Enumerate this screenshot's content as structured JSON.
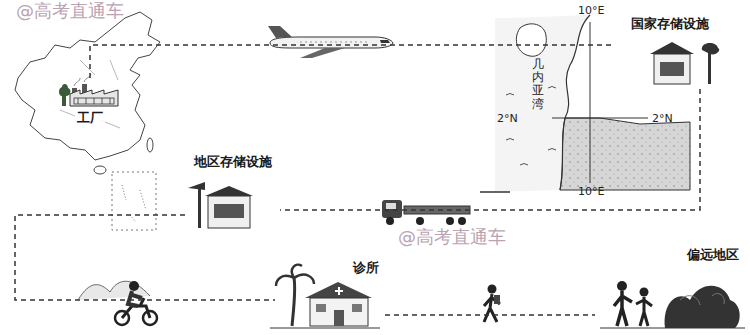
{
  "diagram": {
    "nodes": [
      {
        "text": [
          "工厂"
        ]
      },
      {
        "text": [
          "国家存储设施"
        ]
      },
      {
        "text": [
          "地区存储设施"
        ]
      },
      {
        "text": [
          "诊所"
        ]
      },
      {
        "text": [
          "偏远地区"
        ]
      }
    ],
    "edges": [
      {
        "from": 0,
        "to": 1,
        "arrow": "none"
      },
      {
        "from": 1,
        "to": 2,
        "arrow": "none"
      },
      {
        "from": 2,
        "to": 3,
        "arrow": "none"
      },
      {
        "from": 3,
        "to": 4,
        "arrow": "none"
      }
    ],
    "labels": [
      "10°E",
      "10°E",
      "2°N",
      "2°N",
      "几内亚湾",
      "@高考直通车",
      "@高考直通车"
    ]
  }
}
